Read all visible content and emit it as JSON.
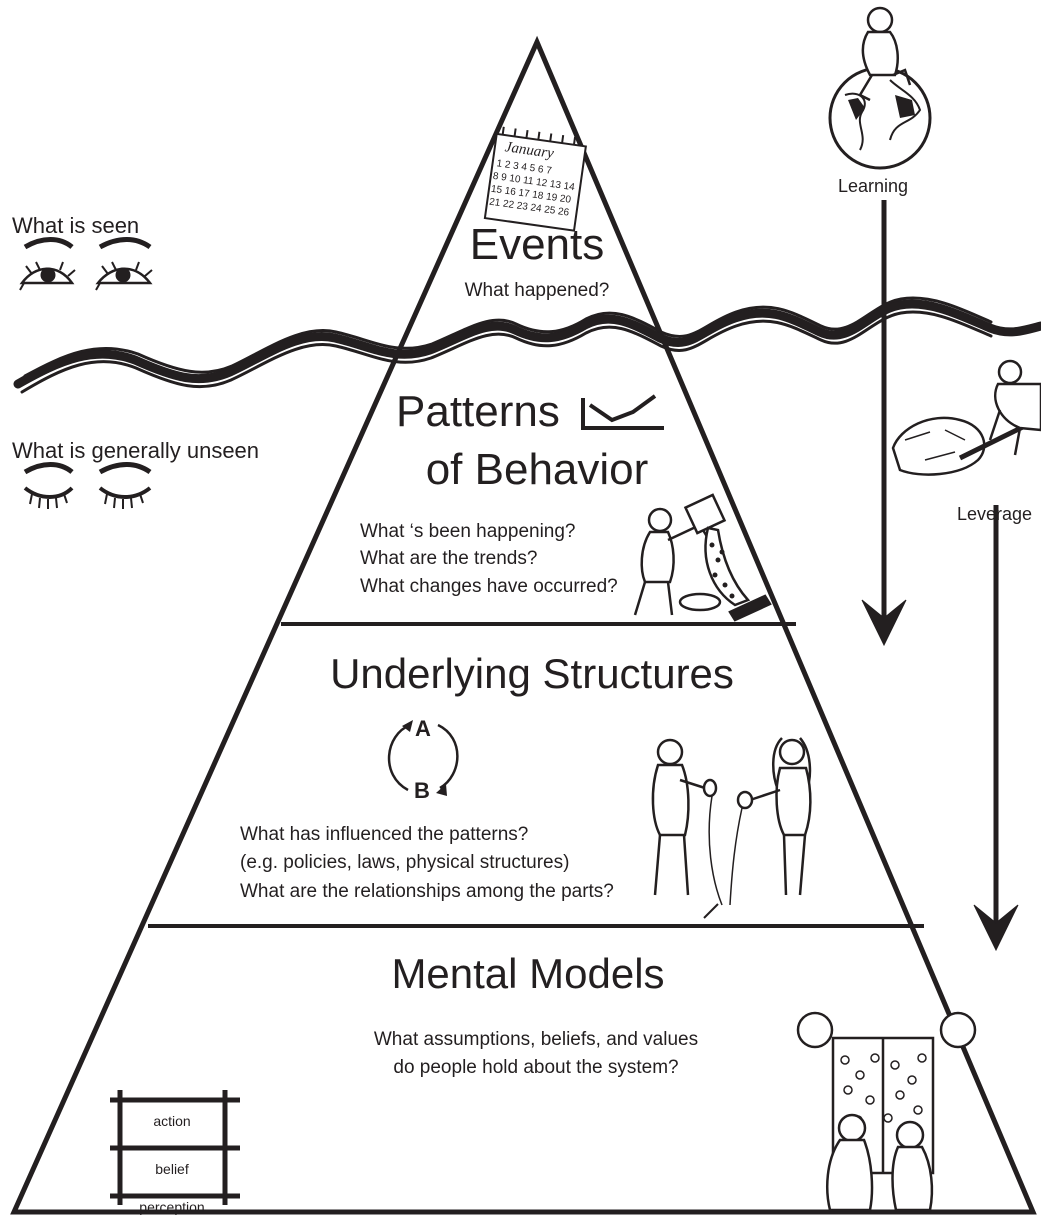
{
  "left_labels": {
    "seen": "What is seen",
    "unseen": "What is generally unseen"
  },
  "right_labels": {
    "learning": "Learning",
    "leverage": "Leverage"
  },
  "calendar": {
    "month": "January",
    "rows": [
      "1 2 3 4 5 6 7",
      "8 9 10 11 12 13 14",
      "15 16 17 18 19 20",
      "21 22 23 24 25 26"
    ]
  },
  "levels": {
    "events": {
      "title": "Events",
      "questions": [
        "What happened?"
      ]
    },
    "patterns": {
      "title_line1": "Patterns",
      "title_line2": "of Behavior",
      "questions": [
        "What ‘s been happening?",
        "What are the trends?",
        "What changes have occurred?"
      ]
    },
    "structures": {
      "title": "Underlying Structures",
      "loop_a": "A",
      "loop_b": "B",
      "questions": [
        "What has influenced the patterns?",
        "(e.g. policies, laws, physical structures)",
        "What are the relationships among the parts?"
      ]
    },
    "mental_models": {
      "title": "Mental Models",
      "questions": [
        "What assumptions, beliefs, and values",
        "do people hold about the system?"
      ],
      "ladder": [
        "action",
        "belief",
        "perception"
      ]
    }
  }
}
